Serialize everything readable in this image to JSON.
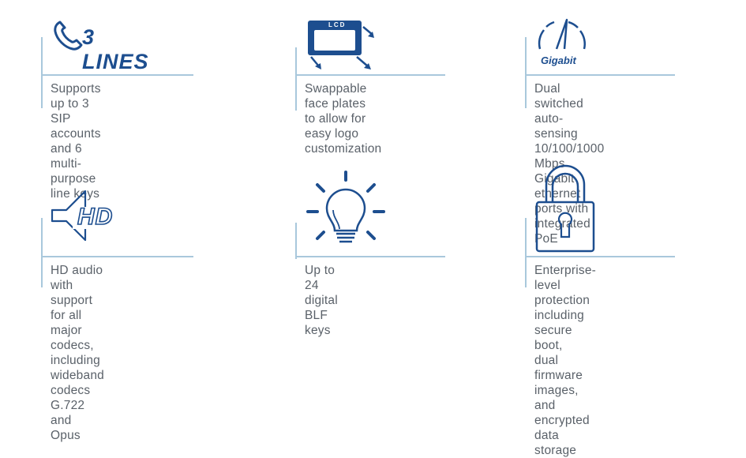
{
  "features": [
    {
      "icon": "phone-icon",
      "icon_label": "3 LINES",
      "text": "Supports up to 3 SIP\naccounts and 6 multi-\npurpose line keys"
    },
    {
      "icon": "lcd-faceplate-icon",
      "icon_label": "LCD",
      "text": "Swappable face plates\nto allow for easy logo\ncustomization"
    },
    {
      "icon": "gauge-icon",
      "icon_label": "Gigabit",
      "text": "Dual switched auto-\nsensing 10/100/1000\nMbps Gigabit ethernet\nports with integrated PoE"
    },
    {
      "icon": "hd-speaker-icon",
      "icon_label": "HD",
      "text": "HD audio with support\nfor all major codecs,\nincluding wideband\ncodecs G.722 and Opus"
    },
    {
      "icon": "lightbulb-icon",
      "icon_label": "",
      "text": "Up to 24 digital BLF keys"
    },
    {
      "icon": "padlock-icon",
      "icon_label": "",
      "text": "Enterprise-level protection\nincluding secure boot,\ndual firmware images, and\nencrypted data storage"
    }
  ],
  "colors": {
    "icon": "#1d4e8f",
    "divider": "#a9c8dc",
    "text": "#5a6169"
  }
}
